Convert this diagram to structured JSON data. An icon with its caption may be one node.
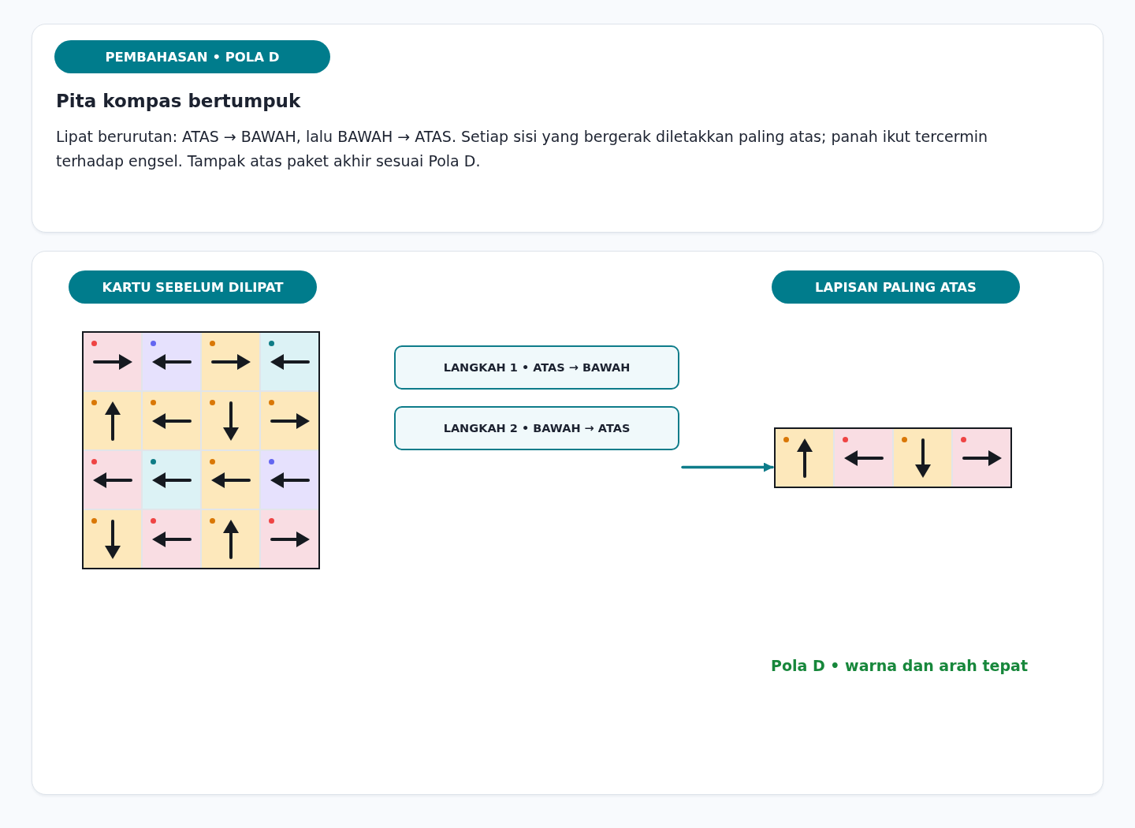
{
  "diagram": {
    "nodes": [
      {
        "text": [
          "Pita kompas bertumpuk",
          "Lipat berurutan: ATAS → BAWAH, lalu BAWAH → ATAS. Setiap sisi yang bergerak diletakkan paling atas; panah ikut tercermin terhadap engsel. Tampak atas paket akhir sesuai Pola D."
        ]
      },
      {
        "text": [
          "PEMBAHASAN • POLA D"
        ],
        "in": 0
      },
      {
        "text": [],
        "shape": "box"
      },
      {
        "text": [
          "KARTU SEBELUM DILIPAT"
        ],
        "in": 2
      },
      {
        "text": [],
        "shape": "picture",
        "in": 2
      },
      {
        "text": [
          "LANGKAH 1 • ATAS → BAWAH"
        ],
        "in": 2
      },
      {
        "text": [
          "LANGKAH 2 • BAWAH → ATAS"
        ],
        "in": 2
      },
      {
        "text": [
          "LAPISAN PALING ATAS"
        ],
        "in": 2
      },
      {
        "text": [],
        "shape": "picture",
        "in": 2
      }
    ],
    "edges": [
      {
        "from": null,
        "to": 8,
        "arrow": "to"
      }
    ],
    "labels": [
      "Pola D • warna dan arah tepat"
    ]
  }
}
